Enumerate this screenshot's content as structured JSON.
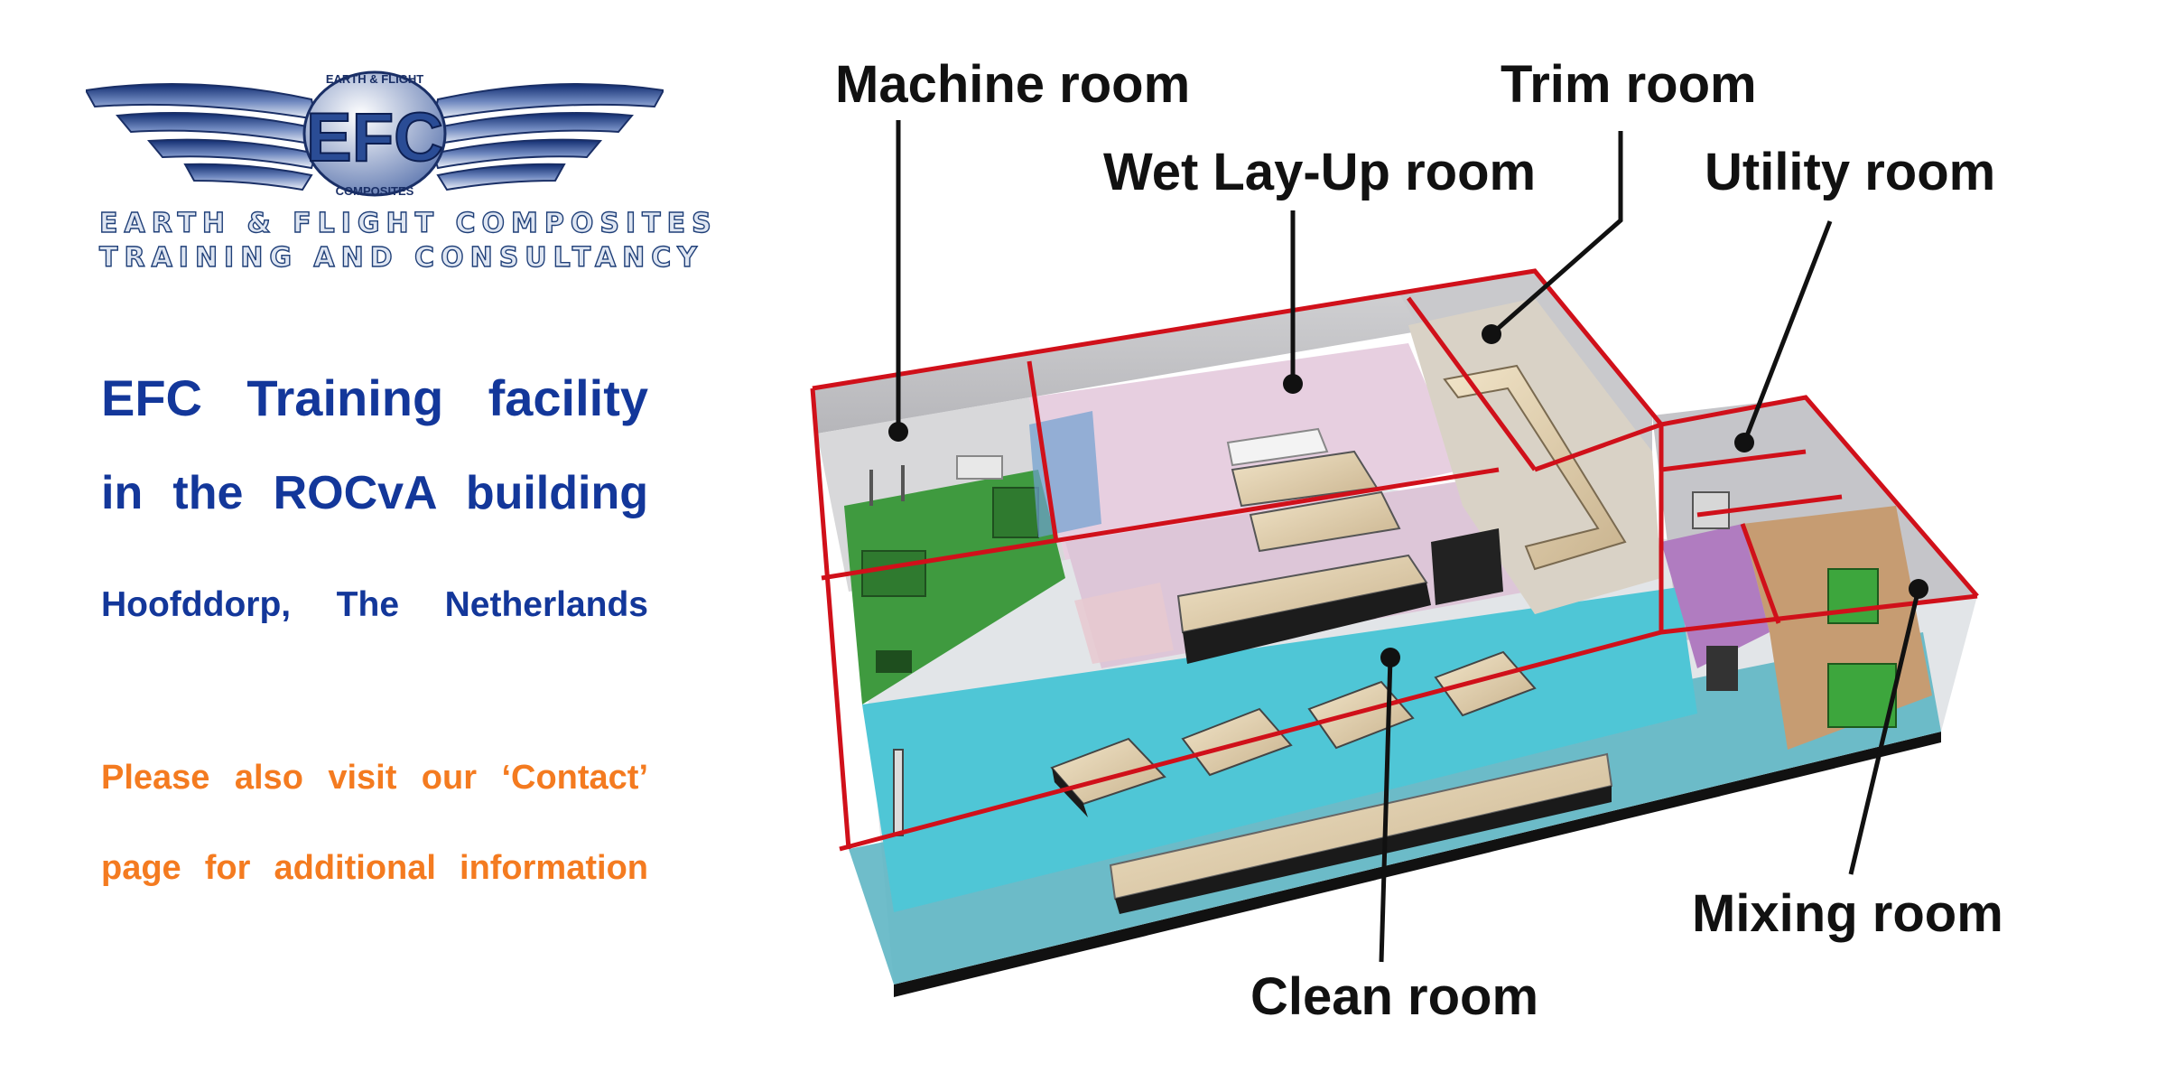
{
  "logo": {
    "emblem_text": "EFC",
    "arc_top": "EARTH & FLIGHT",
    "arc_bottom": "COMPOSITES",
    "line1": "EARTH & FLIGHT COMPOSITES",
    "line2": "TRAINING AND CONSULTANCY"
  },
  "info": {
    "title_line1": "EFC Training facility",
    "title_line2": "in the ROCvA building",
    "location": "Hoofddorp, The Netherlands",
    "note_line1": "Please also visit our ‘Contact’",
    "note_line2": "page for additional information"
  },
  "rooms": {
    "machine": "Machine room",
    "wet_layup": "Wet Lay-Up room",
    "trim": "Trim room",
    "utility": "Utility room",
    "clean": "Clean room",
    "mixing": "Mixing room"
  },
  "colors": {
    "title_blue": "#13379a",
    "note_orange": "#f47b20",
    "wall_red": "#d0101a",
    "clean_floor": "#4fc6d6",
    "machine_floor": "#3f9a3f",
    "wetlayup_floor": "#e7cfe0",
    "mixing_floor": "#b07cc0"
  }
}
